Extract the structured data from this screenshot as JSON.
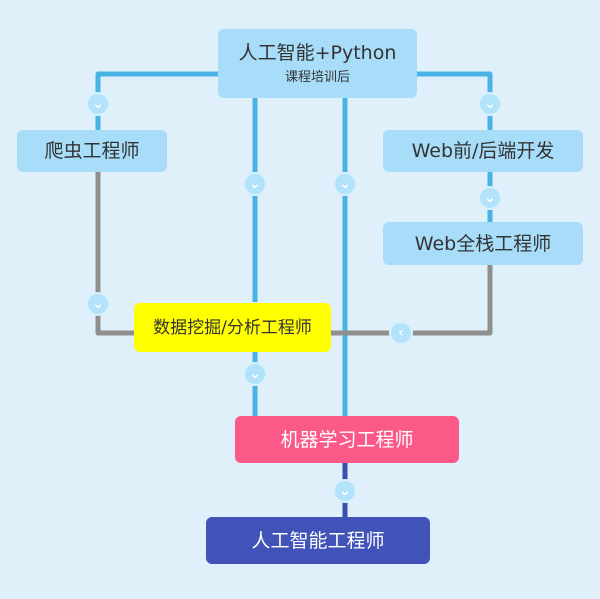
{
  "nodes": {
    "root_title": "人工智能+Python",
    "root_subtitle": "课程培训后",
    "crawler": "爬虫工程师",
    "web_front_back": "Web前/后端开发",
    "web_fullstack": "Web全栈工程师",
    "data_mining": "数据挖掘/分析工程师",
    "ml_engineer": "机器学习工程师",
    "ai_engineer": "人工智能工程师"
  },
  "colors": {
    "background": "#dff0fb",
    "light_node": "#a8ddf9",
    "highlight_node": "#ffff00",
    "ml_node": "#fb5a88",
    "ai_node": "#4152b8",
    "line_blue": "#4ab3e6",
    "line_gray": "#8f8f8f",
    "line_navy": "#3b4fb0"
  },
  "icons": {
    "chevron": "chevron-down-icon",
    "chevron_left": "chevron-left-icon"
  }
}
